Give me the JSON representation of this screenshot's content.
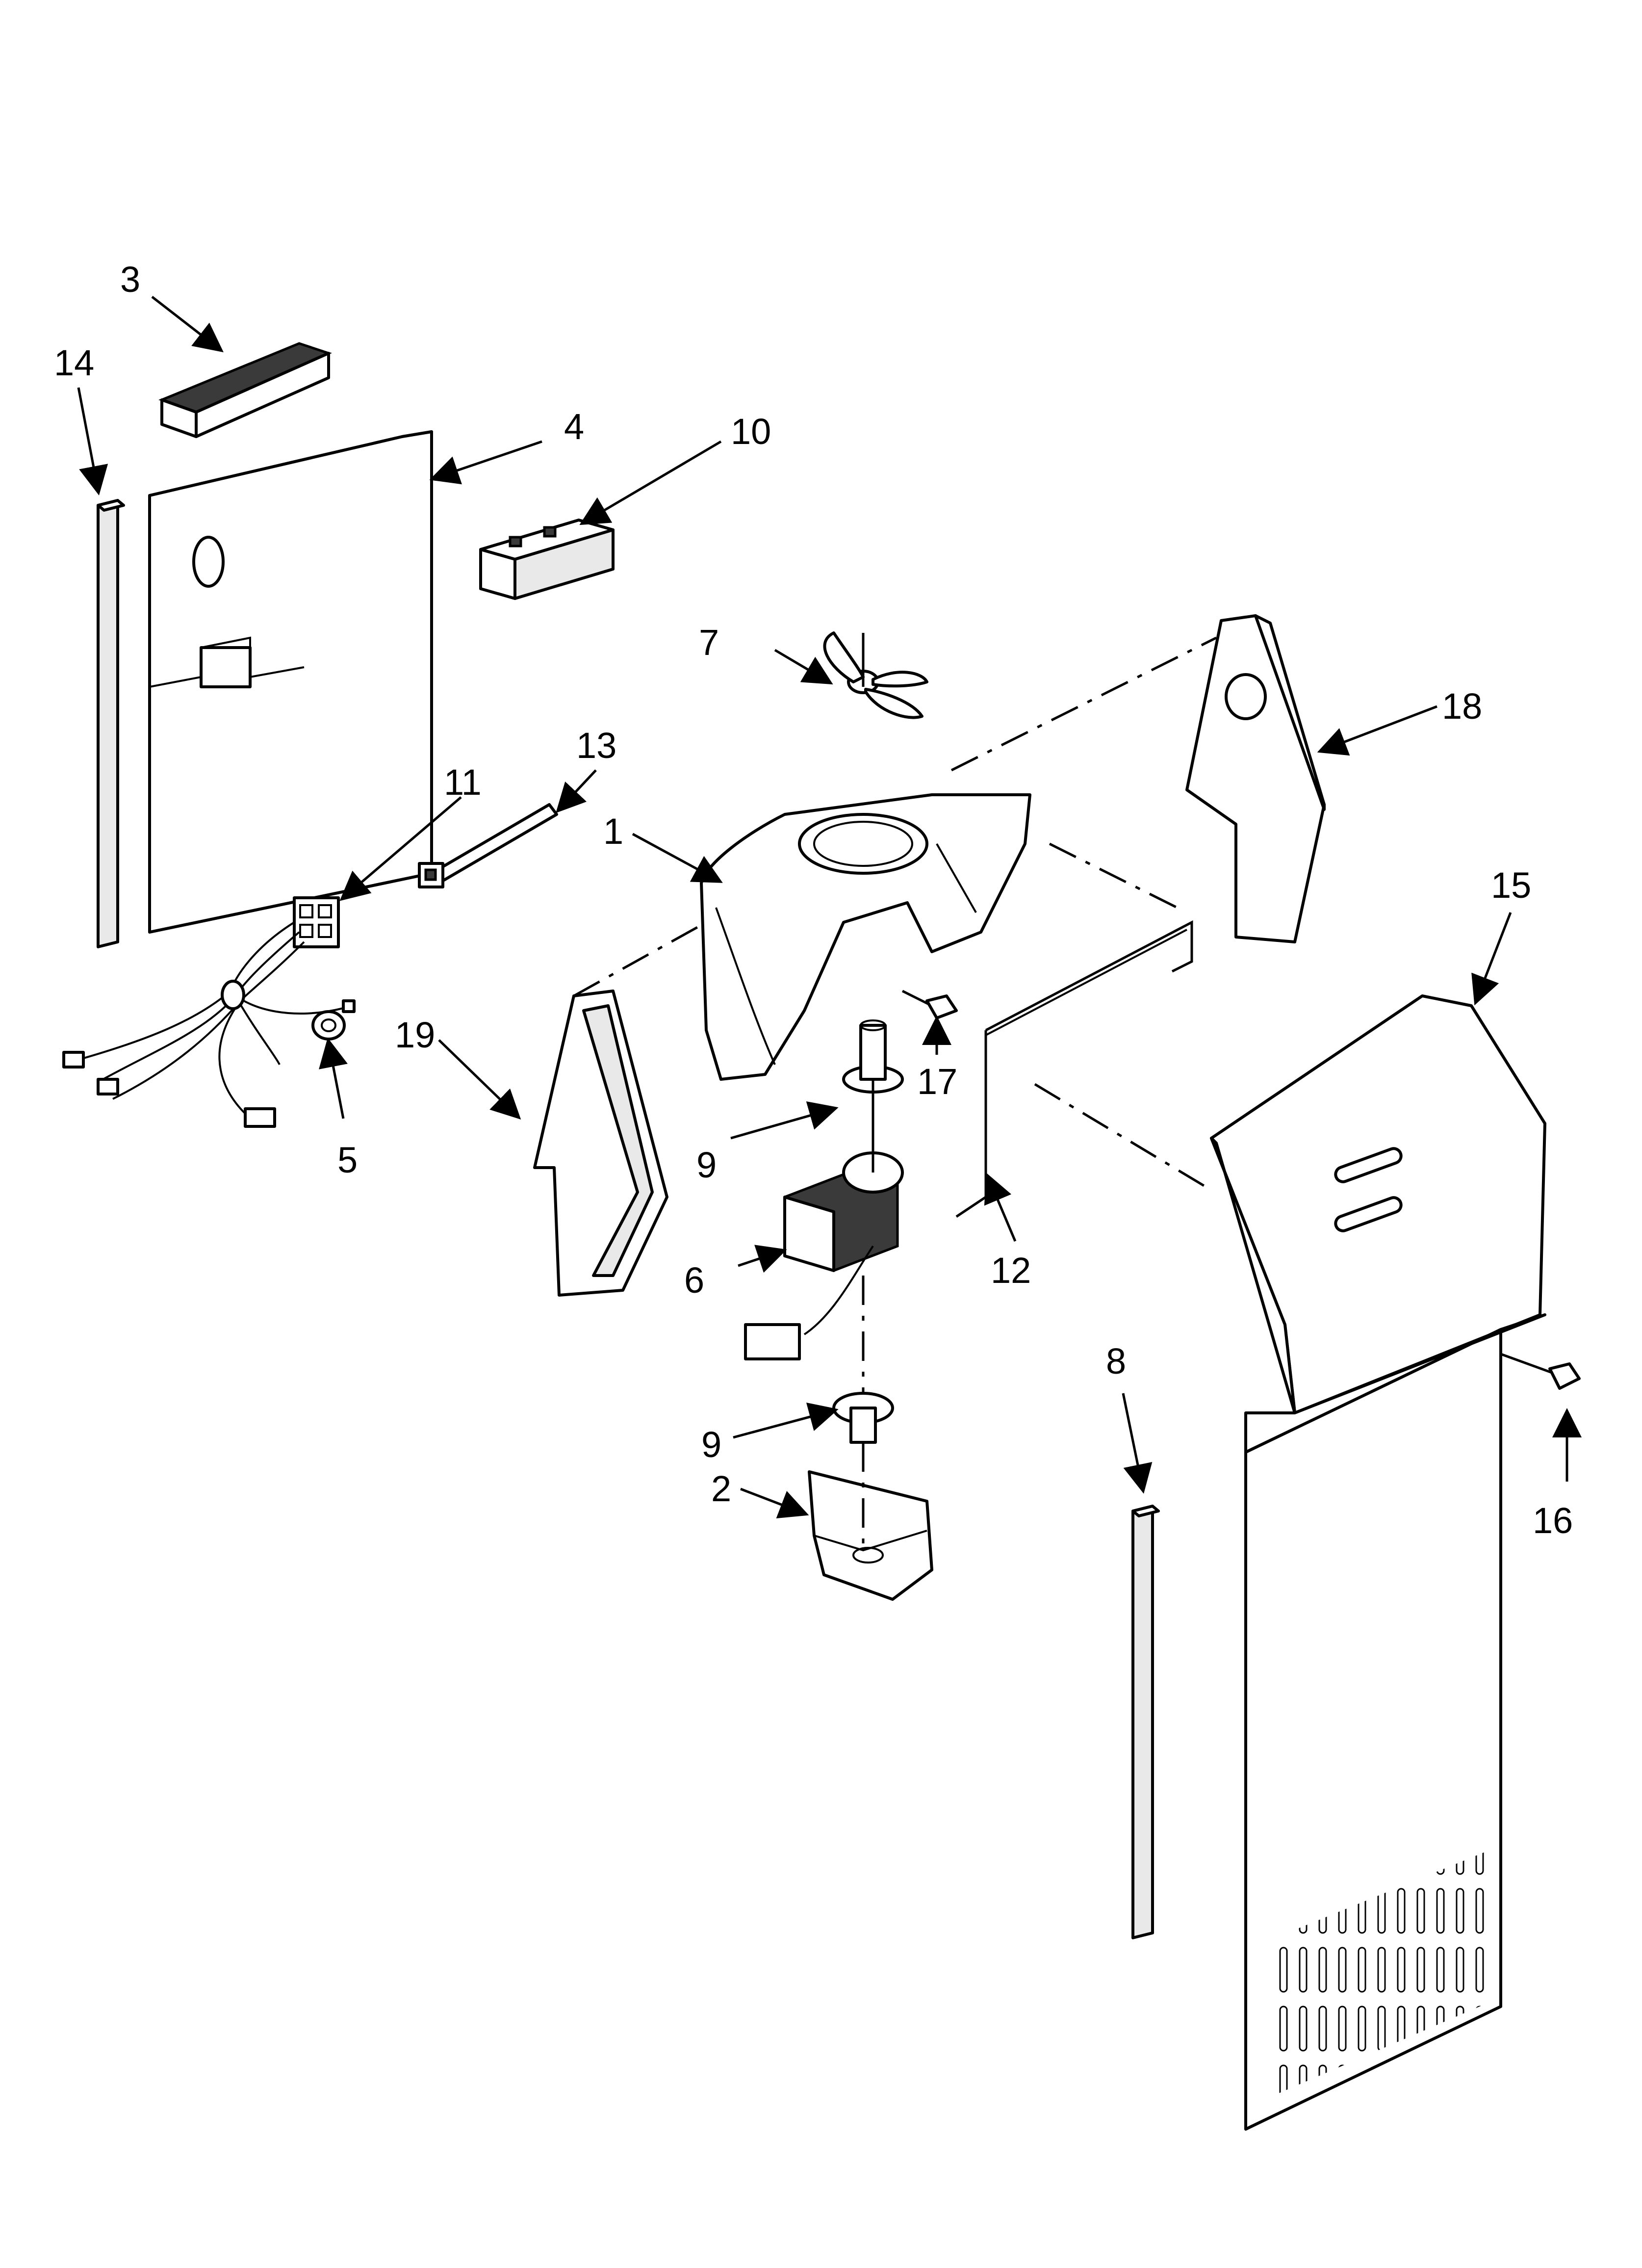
{
  "callouts": {
    "c1": "1",
    "c2": "2",
    "c3": "3",
    "c4": "4",
    "c5": "5",
    "c6": "6",
    "c7": "7",
    "c8": "8",
    "c9a": "9",
    "c9b": "9",
    "c10": "10",
    "c11": "11",
    "c12": "12",
    "c13": "13",
    "c14": "14",
    "c15": "15",
    "c16": "16",
    "c17": "17",
    "c18": "18",
    "c19": "19"
  }
}
